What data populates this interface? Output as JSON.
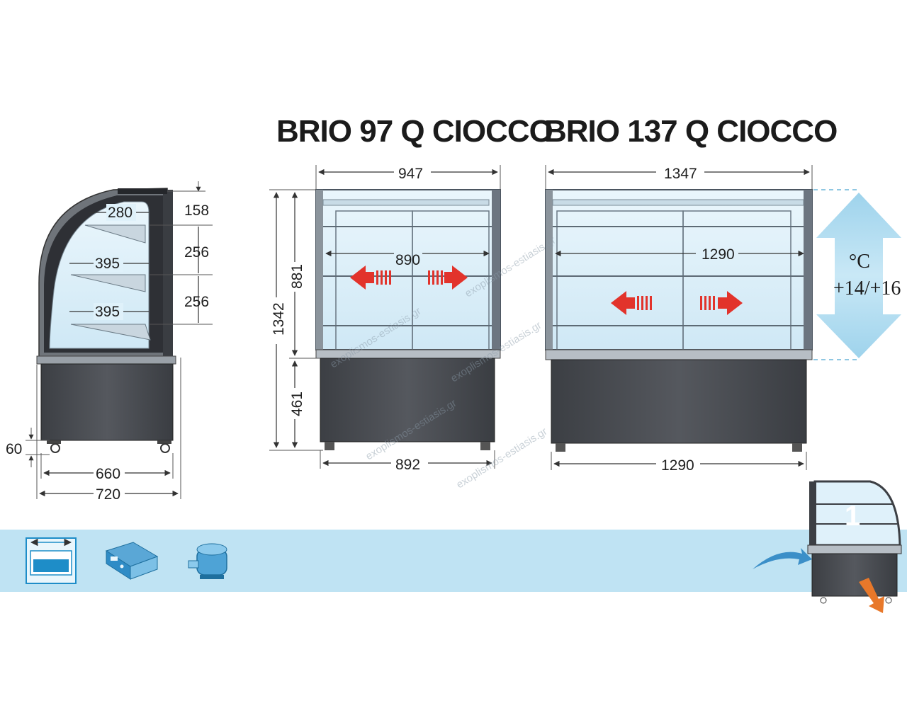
{
  "titles": {
    "model_a": "BRIO 97 Q CIOCCO",
    "model_b": "BRIO 137 Q CIOCCO"
  },
  "side_view": {
    "shelf_depths": [
      "280",
      "395",
      "395"
    ],
    "shelf_spacings": [
      "158",
      "256",
      "256"
    ],
    "foot_height": "60",
    "base_depth": "660",
    "total_depth": "720"
  },
  "model_a_dims": {
    "top_width": "947",
    "inner_width": "890",
    "total_height": "1342",
    "case_height": "881",
    "base_height": "461",
    "base_width": "892"
  },
  "model_b_dims": {
    "top_width": "1347",
    "inner_width": "1290",
    "base_width": "1290"
  },
  "temperature": {
    "unit": "°C",
    "range": "+14/+16"
  },
  "features": {
    "icons": [
      "sliding-doors-icon",
      "controller-icon",
      "compressor-icon"
    ],
    "highlight_number": "1"
  },
  "watermark": "exoplismos-estiasis.gr",
  "colors": {
    "band": "#bfe3f3",
    "glass": "#dff1fa",
    "glass_edge": "#5b6b77",
    "base": "#4a4d52",
    "arrow_red": "#e2332b",
    "temp_arrow": "#a9d8ee",
    "orange": "#e8782a",
    "blue_arrow": "#3b8fc8"
  }
}
